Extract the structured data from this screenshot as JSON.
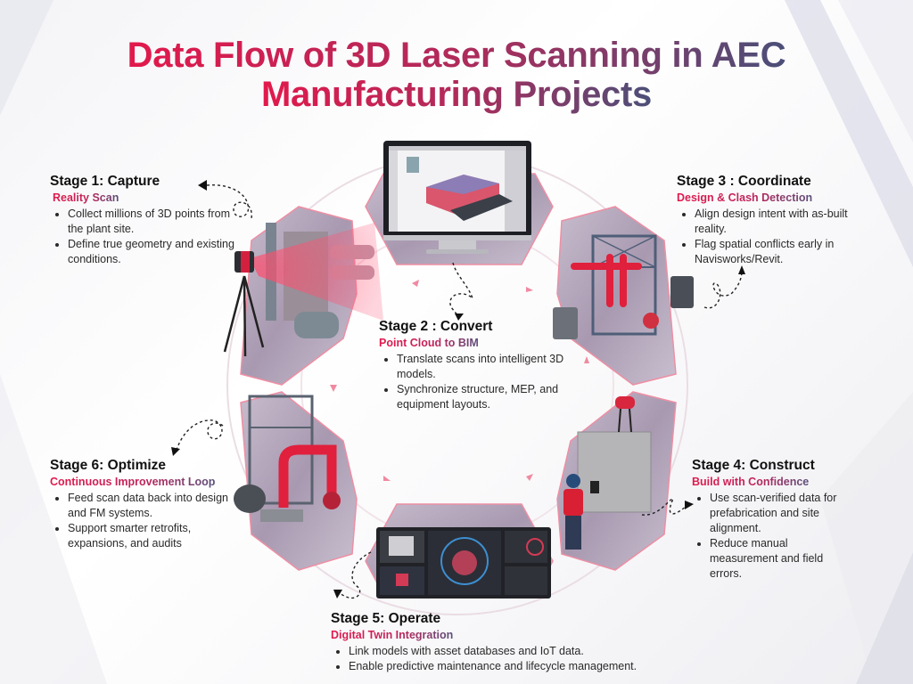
{
  "title": {
    "line1": "Data Flow of 3D Laser Scanning in AEC",
    "line2": "Manufacturing Projects"
  },
  "colors": {
    "accent_red": "#e2194c",
    "accent_slate": "#4b4f78",
    "segment_fill": "#b3a6b9",
    "segment_edge": "#e67c94",
    "pipe_red": "#e0203c"
  },
  "stages": [
    {
      "id": "stage-1",
      "heading": "Stage 1: Capture",
      "subtitle": "Reality Scan",
      "bullets": [
        "Collect millions of 3D points from the plant site.",
        "Define true geometry and existing conditions."
      ],
      "illustration": "laser-scanner-on-tripod-scanning-plant-equipment-icon"
    },
    {
      "id": "stage-2",
      "heading": "Stage 2 : Convert",
      "subtitle": "Point Cloud to BIM",
      "bullets": [
        "Translate scans into intelligent 3D models.",
        " Synchronize structure, MEP, and equipment layouts."
      ],
      "illustration": "monitor-point-cloud-icon"
    },
    {
      "id": "stage-3",
      "heading": "Stage 3 : Coordinate",
      "subtitle": "Design & Clash Detection",
      "bullets": [
        "Align design intent with as-built reality.",
        "Flag spatial conflicts early in Navisworks/Revit."
      ],
      "illustration": "steel-frame-with-red-pipes-icon"
    },
    {
      "id": "stage-4",
      "heading": "Stage 4: Construct",
      "subtitle": "Build with Confidence",
      "bullets": [
        "Use scan-verified data for prefabrication and site alignment.",
        "Reduce manual measurement and field errors."
      ],
      "illustration": "worker-with-tablet-and-panel-icon"
    },
    {
      "id": "stage-5",
      "heading": "Stage 5: Operate",
      "subtitle": "Digital Twin Integration",
      "bullets": [
        "Link models with asset databases and IoT data.",
        "Enable predictive maintenance and lifecycle management."
      ],
      "illustration": "digital-twin-dashboard-icon"
    },
    {
      "id": "stage-6",
      "heading": "Stage 6: Optimize",
      "subtitle": "Continuous Improvement Loop",
      "bullets": [
        "Feed scan data back into design and FM systems.",
        "Support smarter retrofits, expansions, and audits"
      ],
      "illustration": "pump-and-red-pipe-on-frame-icon"
    }
  ]
}
